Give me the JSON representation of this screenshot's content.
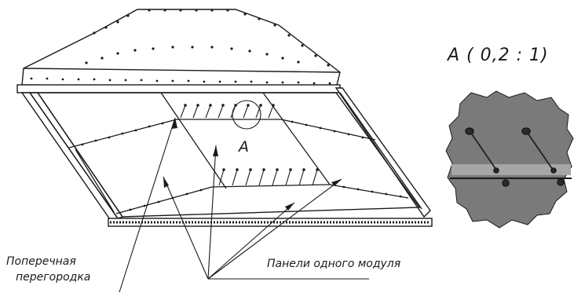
{
  "diagram": {
    "detail_title": "А ( 0,2 : 1)",
    "detail_marker": "А",
    "callout_partition": {
      "line1": "Поперечная",
      "line2": "перегородка"
    },
    "callout_panels": "Панели одного модуля"
  },
  "colors": {
    "ink": "#1a1a1a",
    "detail_fill": "#7a7a7a",
    "detail_band": "#a6a6a6",
    "bolt": "#2b2b2b"
  }
}
